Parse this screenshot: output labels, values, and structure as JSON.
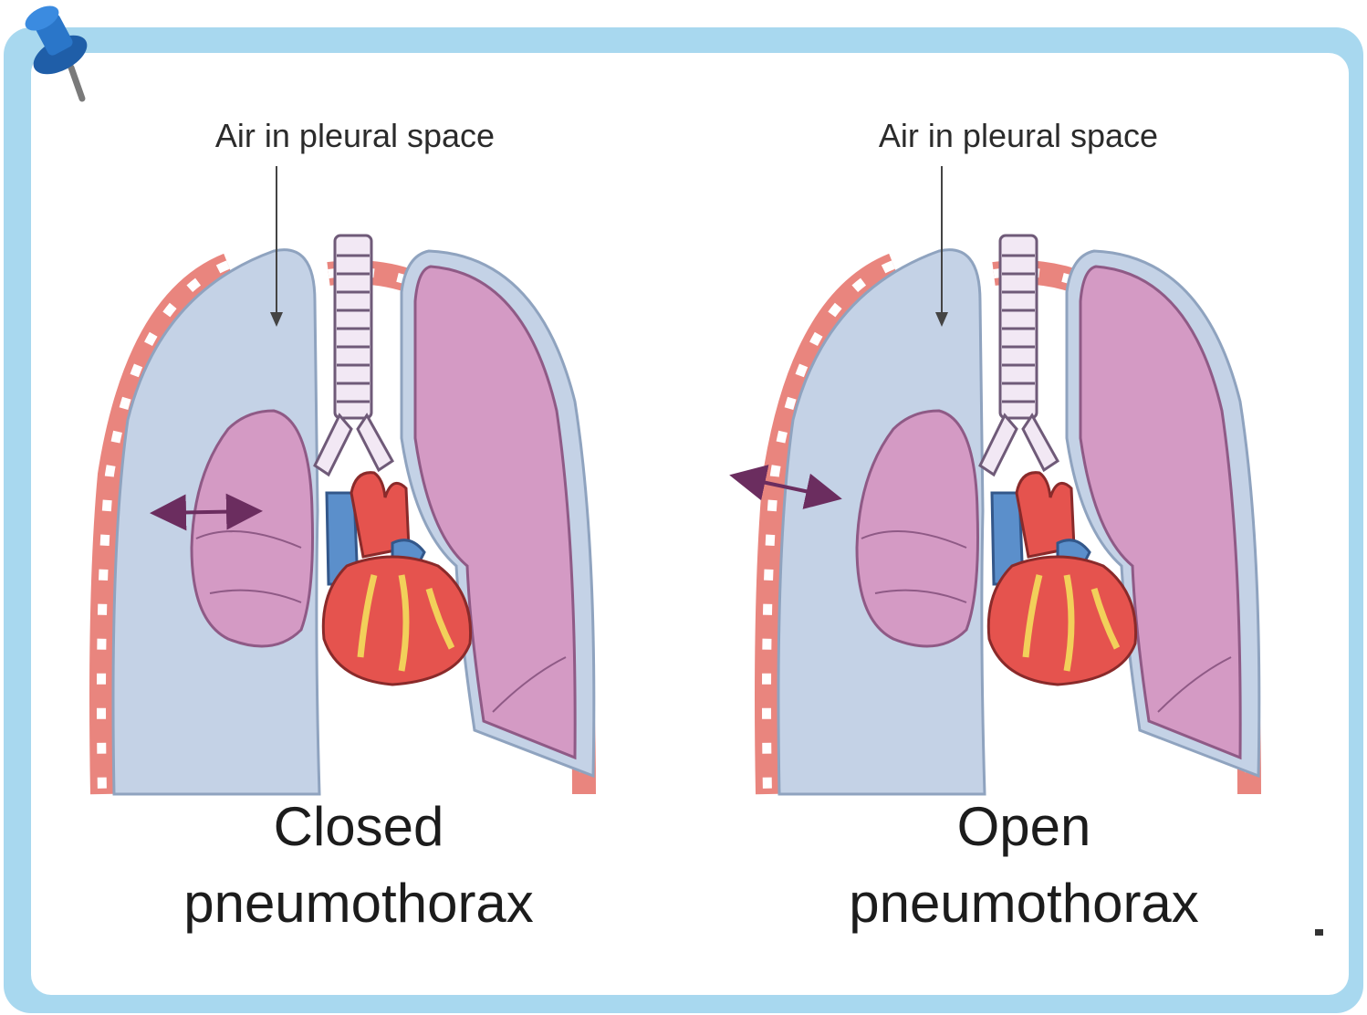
{
  "panels": [
    {
      "label": "Air in pleural space",
      "title_line1": "Closed",
      "title_line2": "pneumothorax"
    },
    {
      "label": "Air in pleural space",
      "title_line1": "Open",
      "title_line2": "pneumothorax"
    }
  ],
  "colors": {
    "frame": "#a8d8ef",
    "pleural_air": "#c4d2e6",
    "lung": "#d49ac4",
    "rib": "#e9857e",
    "heart": "#e5534e",
    "vessel_blue": "#5b8fcb",
    "arrow": "#6b2d5f"
  }
}
